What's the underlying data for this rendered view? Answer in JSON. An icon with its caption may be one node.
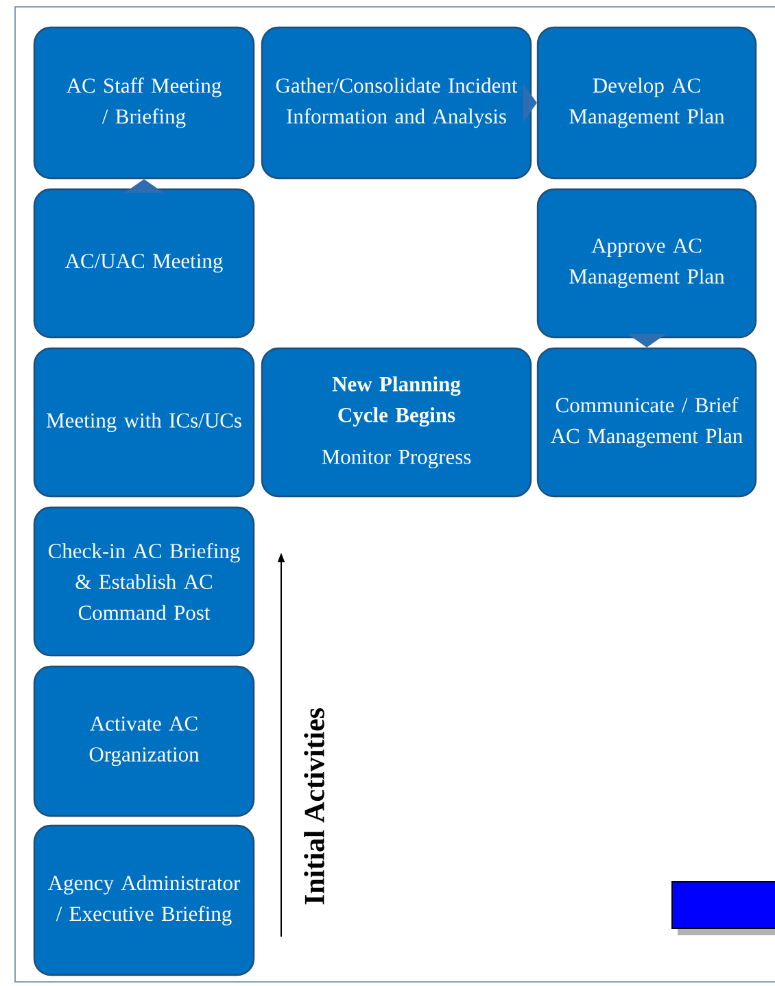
{
  "diagram": {
    "nodes": [
      {
        "text": [
          "AC Staff Meeting / Briefing"
        ]
      },
      {
        "text": [
          "Gather/Consolidate Incident Information and Analysis"
        ]
      },
      {
        "text": [
          "Develop AC Management Plan"
        ]
      },
      {
        "text": [
          "AC/UAC Meeting"
        ]
      },
      {
        "text": [
          "Approve AC Management Plan"
        ]
      },
      {
        "text": [
          "Meeting with ICs/UCs"
        ]
      },
      {
        "text": [
          "New Planning Cycle Begins",
          "Monitor Progress"
        ]
      },
      {
        "text": [
          "Communicate / Brief AC Management Plan"
        ]
      },
      {
        "text": [
          "Check-in AC Briefing & Establish AC Command Post"
        ]
      },
      {
        "text": [
          "Activate AC Organization"
        ]
      },
      {
        "text": [
          "Agency Administrator / Executive Briefing"
        ]
      }
    ],
    "edges": [
      {
        "from": 3,
        "to": 0,
        "arrow": "to"
      },
      {
        "from": 1,
        "to": 2,
        "arrow": "to"
      },
      {
        "from": 4,
        "to": 7,
        "arrow": "to"
      }
    ],
    "labels": [
      "Initial Activities"
    ]
  }
}
